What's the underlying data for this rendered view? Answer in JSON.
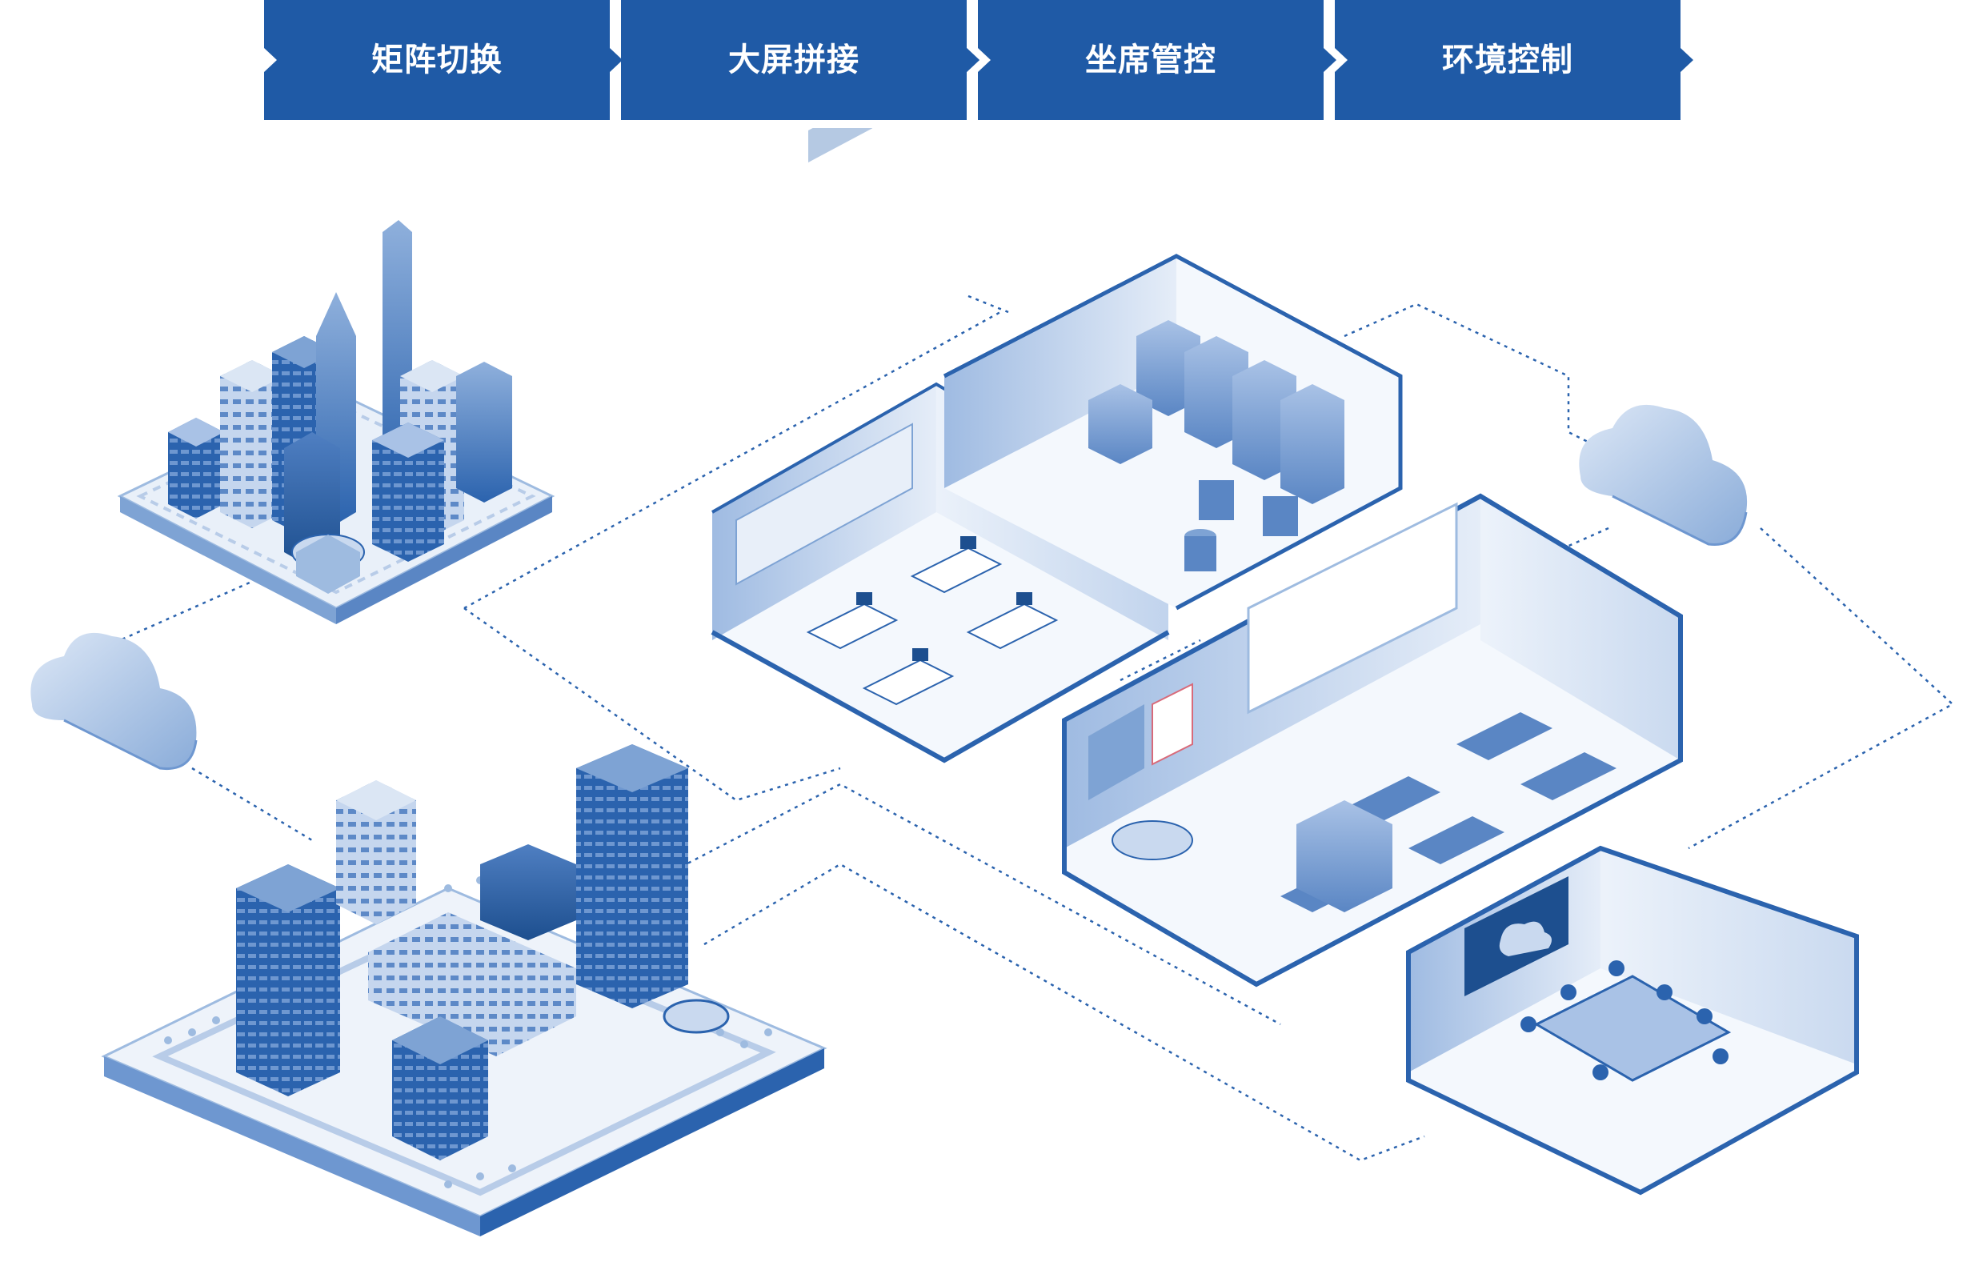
{
  "tabs": [
    {
      "label": "矩阵切换"
    },
    {
      "label": "大屏拼接"
    },
    {
      "label": "坐席管控"
    },
    {
      "label": "环境控制"
    }
  ],
  "colors": {
    "tab_bg": "#1f5aa6",
    "primary": "#2b63ae",
    "light": "#c9d9ef",
    "mid": "#7ea3d4",
    "dark": "#1d4f8f",
    "floor": "#f4f8fd",
    "wall": "#dbe6f4"
  }
}
